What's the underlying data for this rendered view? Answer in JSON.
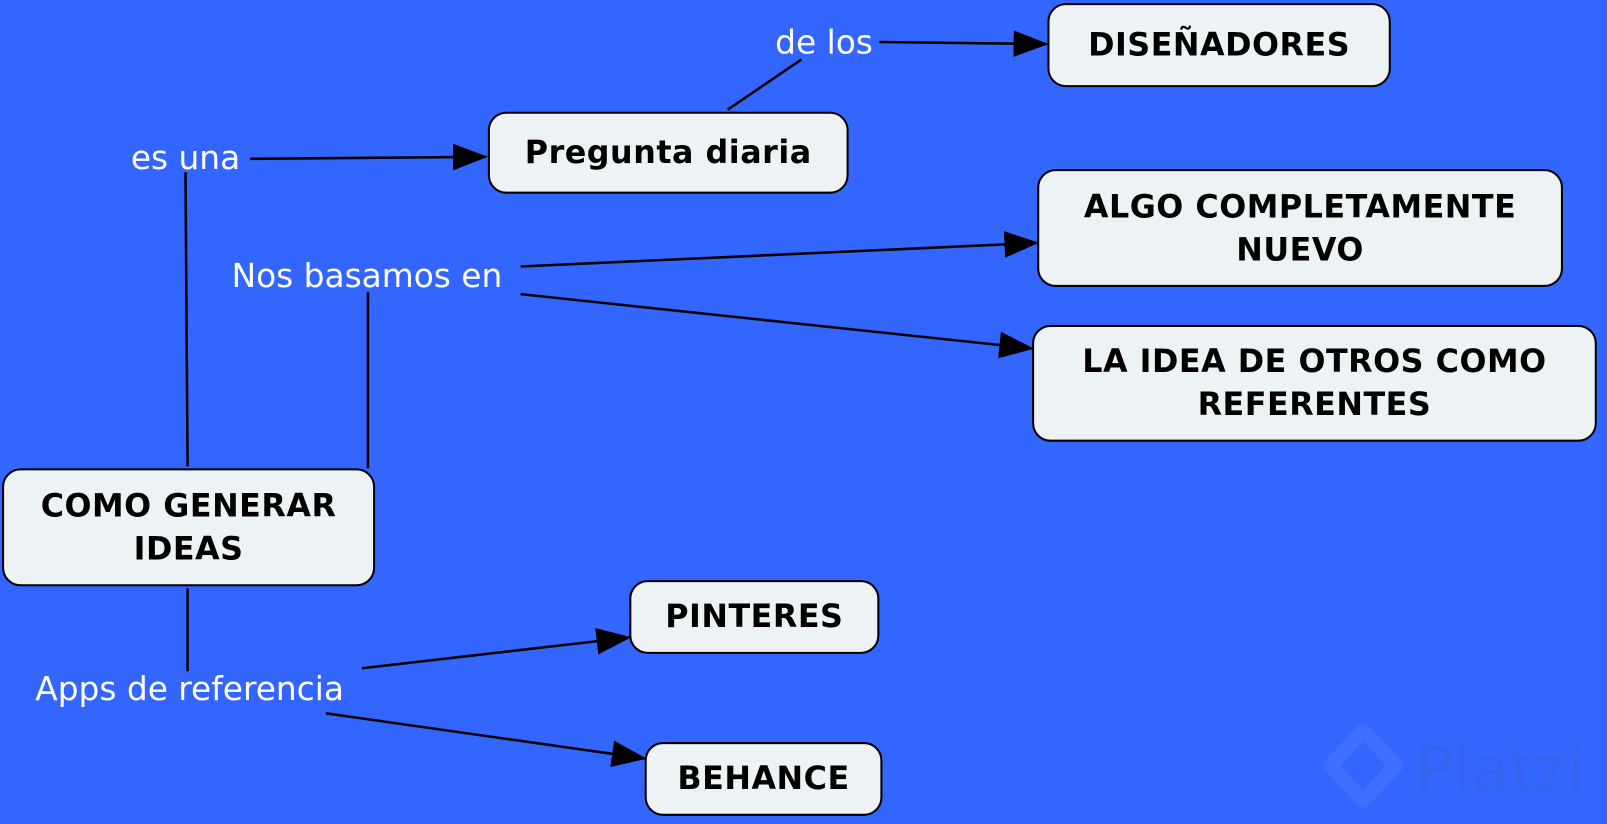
{
  "colors": {
    "background": "#3366ff",
    "node_fill": "#edf3f5",
    "node_border": "#000000",
    "link_text": "#ffffff"
  },
  "nodes": {
    "root": "COMO GENERAR IDEAS",
    "pregunta": "Pregunta diaria",
    "disenadores": "DISEÑADORES",
    "nuevo": "ALGO COMPLETAMENTE NUEVO",
    "otros": "LA IDEA DE OTROS COMO REFERENTES",
    "pinteres": "PINTERES",
    "behance": "BEHANCE"
  },
  "link_labels": {
    "es_una": "es una",
    "de_los": "de los",
    "nos_basamos": "Nos basamos en",
    "apps": "Apps de referencia"
  },
  "watermark": "Platzi"
}
